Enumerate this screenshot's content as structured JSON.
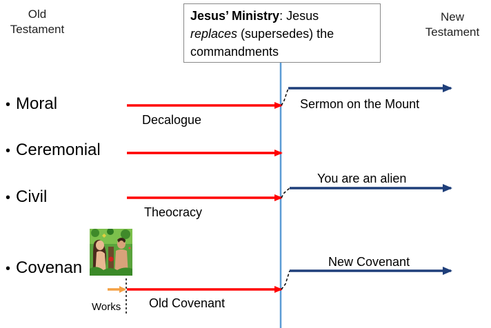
{
  "headers": {
    "old": "Old Testament",
    "new": "New Testament"
  },
  "ministry_box": {
    "title": "Jesus’ Ministry",
    "line1_rest": ": Jesus",
    "replaces": "replaces",
    "line2_rest": " (supersedes) the",
    "line3": "commandments"
  },
  "rows": [
    {
      "bullet": "•",
      "category": "Moral",
      "old_label": "Decalogue",
      "new_label": "Sermon on the Mount"
    },
    {
      "bullet": "•",
      "category": "Ceremonial",
      "old_label": "",
      "new_label": ""
    },
    {
      "bullet": "•",
      "category": "Civil",
      "old_label": "Theocracy",
      "new_label": "You are an alien"
    },
    {
      "bullet": "•",
      "category": "Covenan",
      "old_label": "Old Covenant",
      "new_label": "New Covenant"
    }
  ],
  "works_label": "Works",
  "colors": {
    "old_arrow": "#ff0000",
    "new_arrow": "#1f3f7a",
    "divider": "#5b9bd5",
    "works_arrow": "#f4a043"
  },
  "icons": {
    "covenant_picture": "adam-eve-garden-picture-icon"
  }
}
